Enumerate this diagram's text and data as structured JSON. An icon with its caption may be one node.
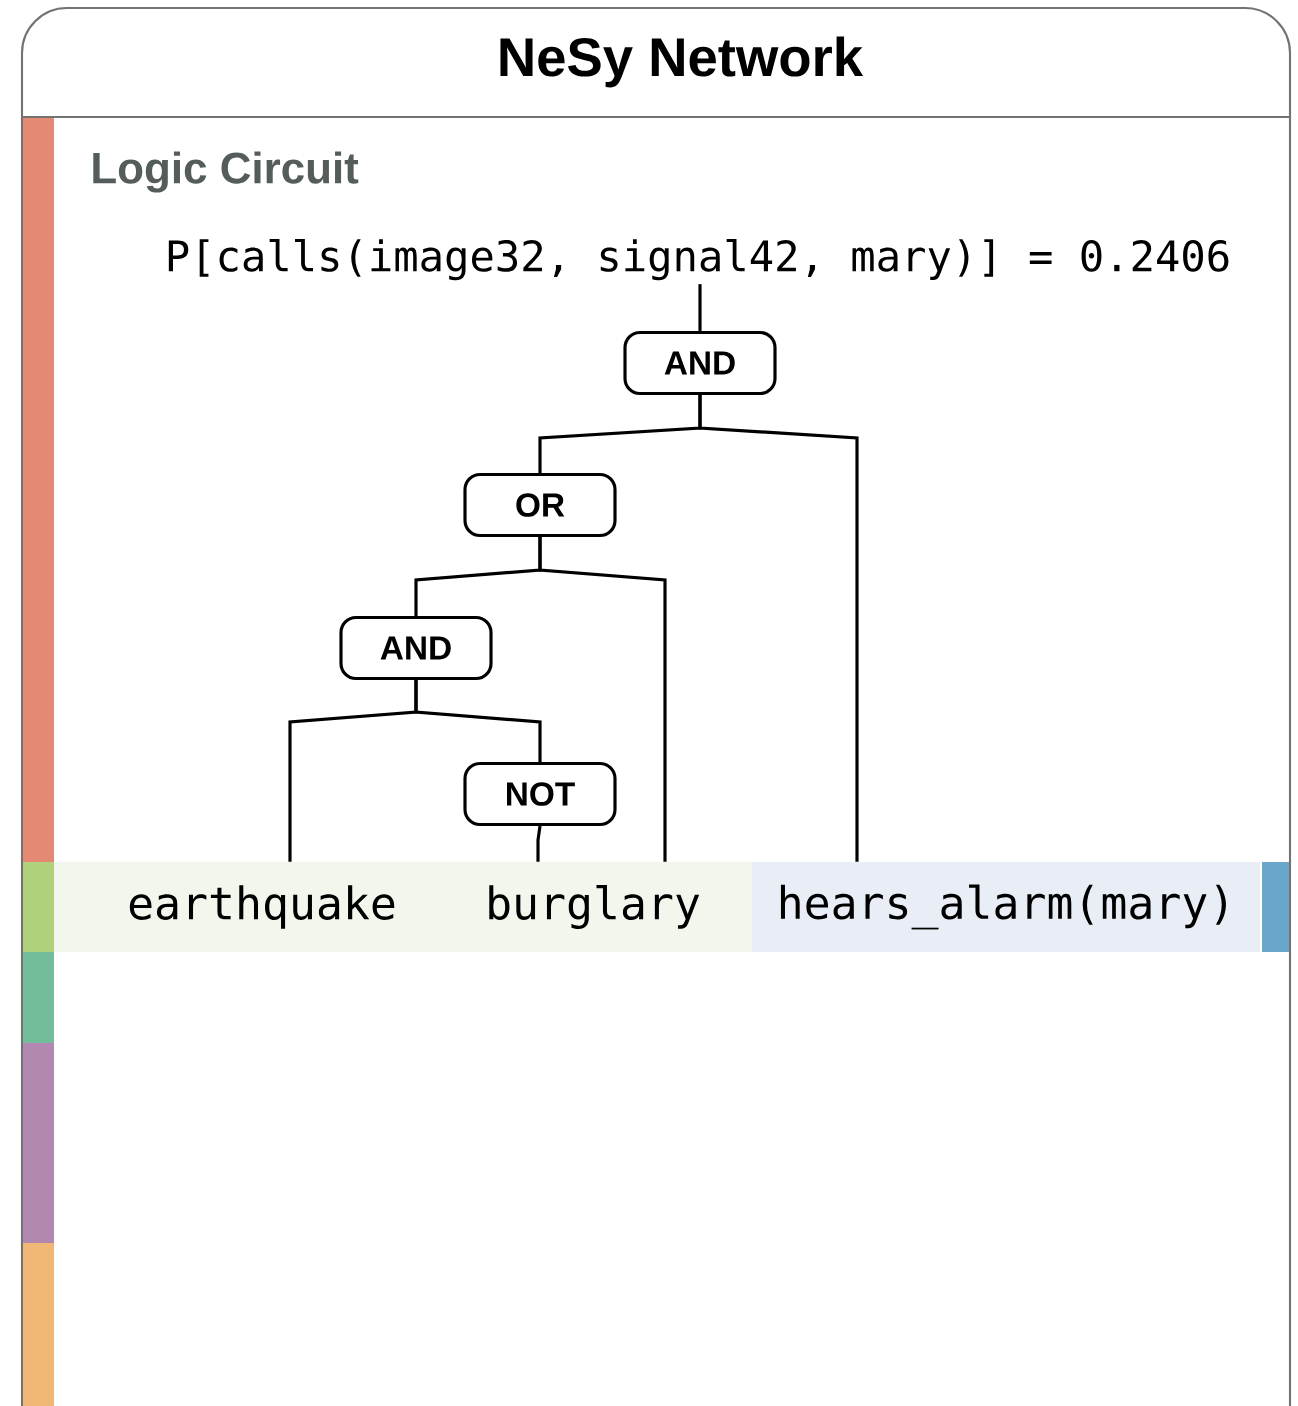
{
  "diagram": {
    "title": "NeSy Network",
    "nodes": [
      {
        "text": [
          "P[calls(image32, signal42, mary)] = 0.2406"
        ]
      },
      {
        "text": [
          "AND"
        ]
      },
      {
        "text": [
          "OR"
        ]
      },
      {
        "text": [
          "AND"
        ]
      },
      {
        "text": [
          "NOT"
        ]
      },
      {
        "text": [
          "earthquake"
        ]
      },
      {
        "text": [
          "burglary"
        ]
      },
      {
        "text": [
          "hears_alarm(mary)"
        ]
      }
    ],
    "edges": [
      {
        "from": 1,
        "to": 0,
        "arrow": "none"
      },
      {
        "from": 1,
        "to": 2,
        "arrow": "none"
      },
      {
        "from": 1,
        "to": 7,
        "arrow": "none"
      },
      {
        "from": 2,
        "to": 3,
        "arrow": "none"
      },
      {
        "from": 2,
        "to": 6,
        "arrow": "none"
      },
      {
        "from": 3,
        "to": 5,
        "arrow": "none"
      },
      {
        "from": 3,
        "to": 4,
        "arrow": "none"
      },
      {
        "from": 4,
        "to": 6,
        "arrow": "none"
      }
    ],
    "labels": [
      "Logic Circuit"
    ]
  }
}
